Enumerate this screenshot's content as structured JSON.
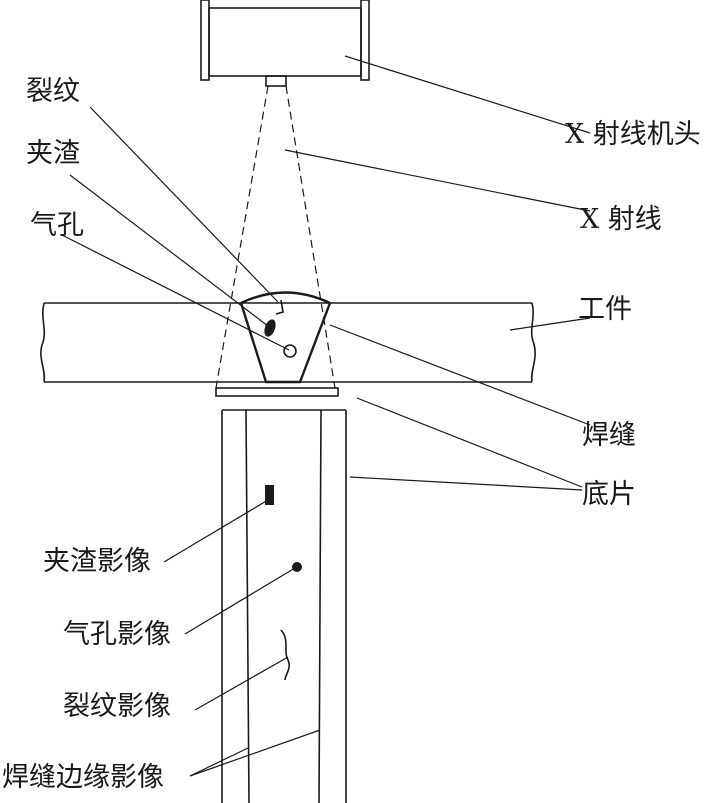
{
  "labels": {
    "xray_head": "X 射线机头",
    "xray": "X 射线",
    "crack": "裂纹",
    "slag": "夹渣",
    "pore": "气孔",
    "workpiece": "工件",
    "weld": "焊缝",
    "film": "底片",
    "slag_image": "夹渣影像",
    "pore_image": "气孔影像",
    "crack_image": "裂纹影像",
    "weld_edge_image": "焊缝边缘影像"
  }
}
